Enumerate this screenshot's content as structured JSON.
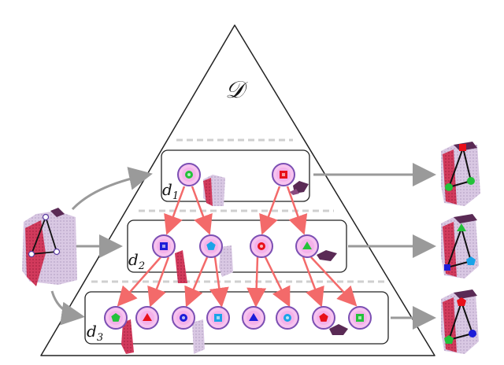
{
  "top_label": "𝒟",
  "levels": [
    {
      "label": "d",
      "sub": "1",
      "nodes": [
        "circle",
        "square"
      ]
    },
    {
      "label": "d",
      "sub": "2",
      "nodes": [
        "square",
        "pentagon",
        "circle",
        "triangle"
      ]
    },
    {
      "label": "d",
      "sub": "3",
      "nodes": [
        "pentagon",
        "triangle",
        "circle",
        "square",
        "triangle",
        "circle",
        "pentagon",
        "square"
      ]
    }
  ],
  "colors": {
    "node_fill": "#f7c3ef",
    "node_stroke": "#7b4fb3",
    "edge": "#f36a6a",
    "frame": "#222222",
    "flow_arrow": "#9a9a9a",
    "dashed": "#cccccc",
    "protein_red": "#d23a5c",
    "protein_lavender": "#d9c8e3",
    "protein_dark": "#5a2a55",
    "graph_edge": "#111111"
  },
  "icons": {
    "input": "protein-structure-icon",
    "outputs": [
      "protein-graph-icon-d1",
      "protein-graph-icon-d2",
      "protein-graph-icon-d3"
    ]
  }
}
